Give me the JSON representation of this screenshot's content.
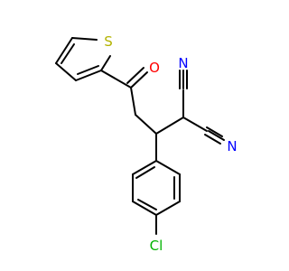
{
  "molecule": {
    "atoms": {
      "sulfur": "S",
      "oxygen": "O",
      "nitrogen_top": "N",
      "nitrogen_right": "N",
      "chlorine": "Cl"
    },
    "colors": {
      "sulfur": "#b3b300",
      "oxygen": "#ff0000",
      "nitrogen": "#0000ff",
      "chlorine": "#00b300",
      "bond": "#000000"
    }
  }
}
